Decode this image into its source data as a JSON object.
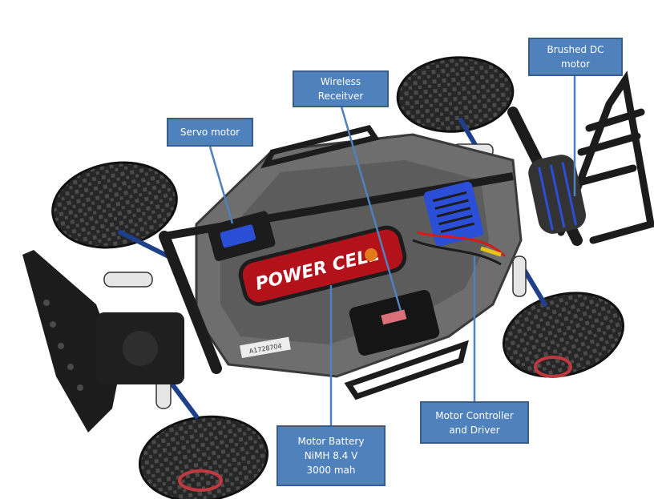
{
  "diagram": {
    "subject": "rc-car-top-view",
    "colors": {
      "callout_fill": "#4f81bd",
      "callout_border": "#385d8a",
      "callout_text": "#ffffff",
      "leader_line": "#4f81bd",
      "tire": "#2b2b2b",
      "chassis": "#6e6e6e",
      "battery": "#b3121b",
      "esc": "#2a4fd6"
    },
    "callouts": {
      "servo_motor": {
        "lines": [
          "Servo motor"
        ]
      },
      "wireless_receiver": {
        "lines": [
          "Wireless",
          "Receitver"
        ]
      },
      "brushed_dc_motor": {
        "lines": [
          "Brushed DC",
          "motor"
        ]
      },
      "motor_controller": {
        "lines": [
          "Motor Controller",
          "and Driver"
        ]
      },
      "motor_battery": {
        "lines": [
          "Motor Battery",
          "NiMH 8.4  V",
          "3000  mah"
        ]
      }
    },
    "battery_label": "POWER CELL",
    "receiver_label": "",
    "sticker_label": "A1728704"
  }
}
